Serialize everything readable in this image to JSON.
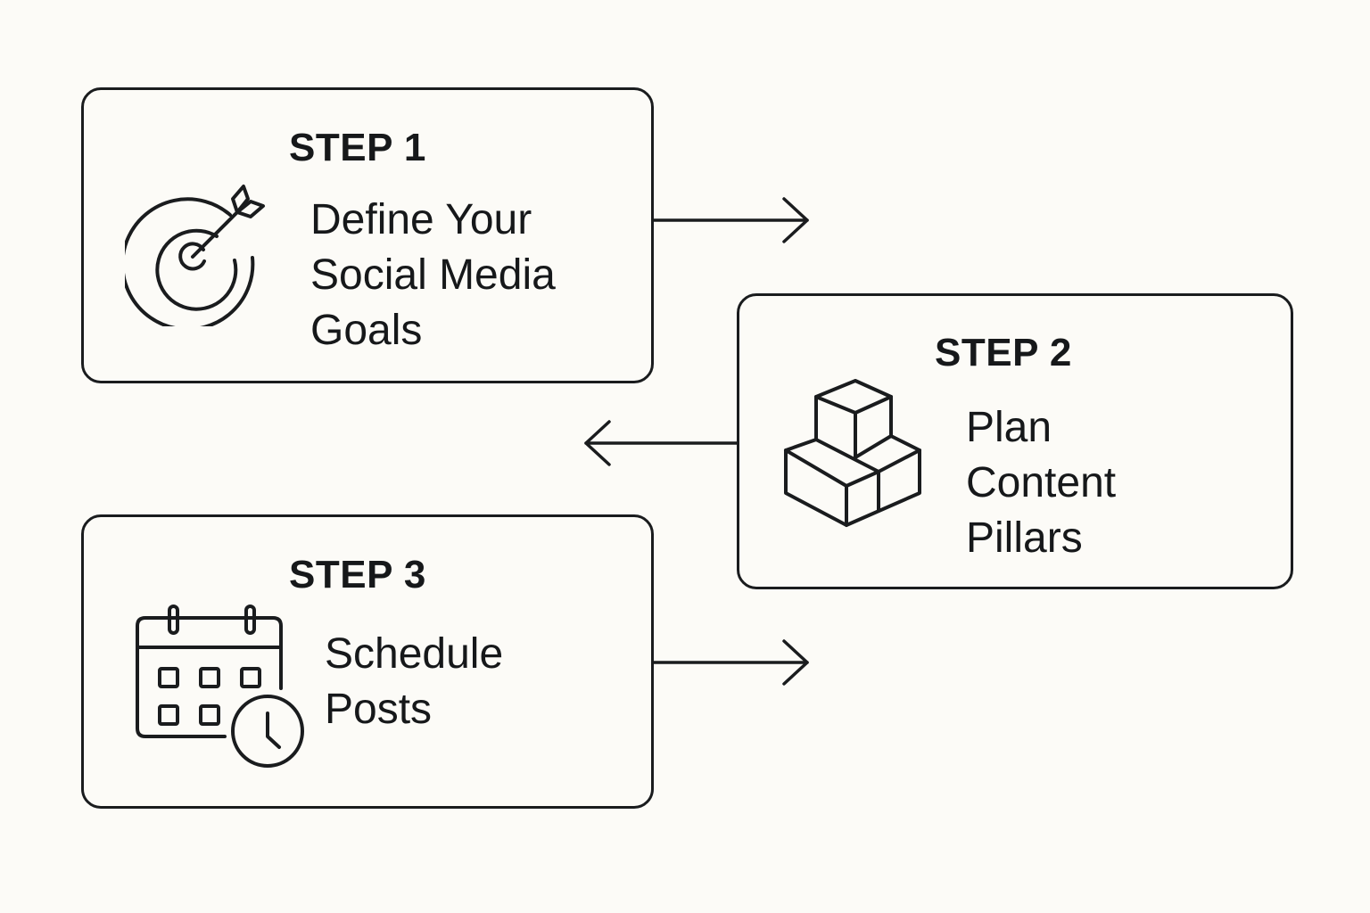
{
  "diagram": {
    "steps": [
      {
        "label": "STEP 1",
        "title": "Define Your\nSocial Media\nGoals",
        "icon": "target-with-arrow-icon"
      },
      {
        "label": "STEP 2",
        "title": "Plan\nContent\nPillars",
        "icon": "stacked-boxes-icon"
      },
      {
        "label": "STEP 3",
        "title": "Schedule\nPosts",
        "icon": "calendar-clock-icon"
      }
    ],
    "connectors": [
      {
        "from": "STEP 1",
        "direction": "right"
      },
      {
        "from": "STEP 2",
        "direction": "left"
      },
      {
        "from": "STEP 3",
        "direction": "right"
      }
    ],
    "colors": {
      "background": "#FCFBF7",
      "stroke": "#1A1C1E",
      "text": "#16181A"
    }
  }
}
